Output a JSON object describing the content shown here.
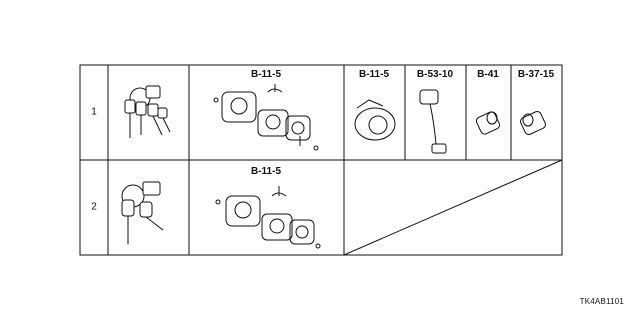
{
  "parts_table": {
    "rows": [
      {
        "number": "1",
        "part_codes": [
          "B-11-5",
          "B-11-5",
          "B-53-10",
          "B-41",
          "B-37-15"
        ]
      },
      {
        "number": "2",
        "part_codes": [
          "B-11-5"
        ]
      }
    ]
  },
  "diagram_code": "TK4AB1101"
}
